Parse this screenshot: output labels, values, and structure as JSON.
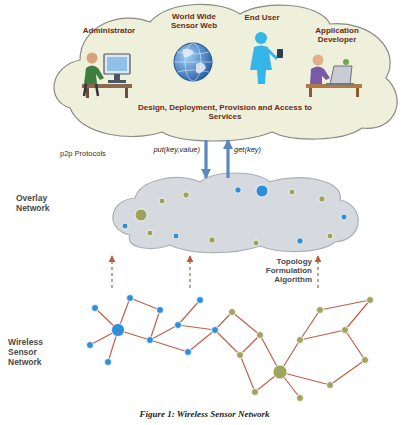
{
  "diagram": {
    "caption": "Figure 1: Wireless Sensor Network",
    "nodes": [
      {
        "text": [
          "Design, Deployment, Provision and Access to Services"
        ]
      },
      {
        "text": [
          "Administrator"
        ],
        "in": 0
      },
      {
        "text": [
          "World Wide Sensor Web"
        ],
        "in": 0
      },
      {
        "text": [
          "End User"
        ],
        "in": 0
      },
      {
        "text": [
          "Application Developer"
        ],
        "in": 0
      },
      {
        "text": [
          "Overlay Network"
        ]
      },
      {
        "text": [
          "Wireless Sensor Network"
        ]
      }
    ],
    "edges": [
      {
        "from": 0,
        "to": 5,
        "label": "put(key,value)",
        "arrow": "to"
      },
      {
        "from": 5,
        "to": 0,
        "label": "get(key)",
        "arrow": "to"
      },
      {
        "from": 6,
        "to": 5,
        "arrow": "to"
      },
      {
        "from": 6,
        "to": 5,
        "arrow": "to"
      },
      {
        "from": 6,
        "to": 5,
        "label": "Topology Formulation Algorithm",
        "arrow": "to"
      }
    ],
    "labels": [
      "p2p Protocols"
    ]
  }
}
